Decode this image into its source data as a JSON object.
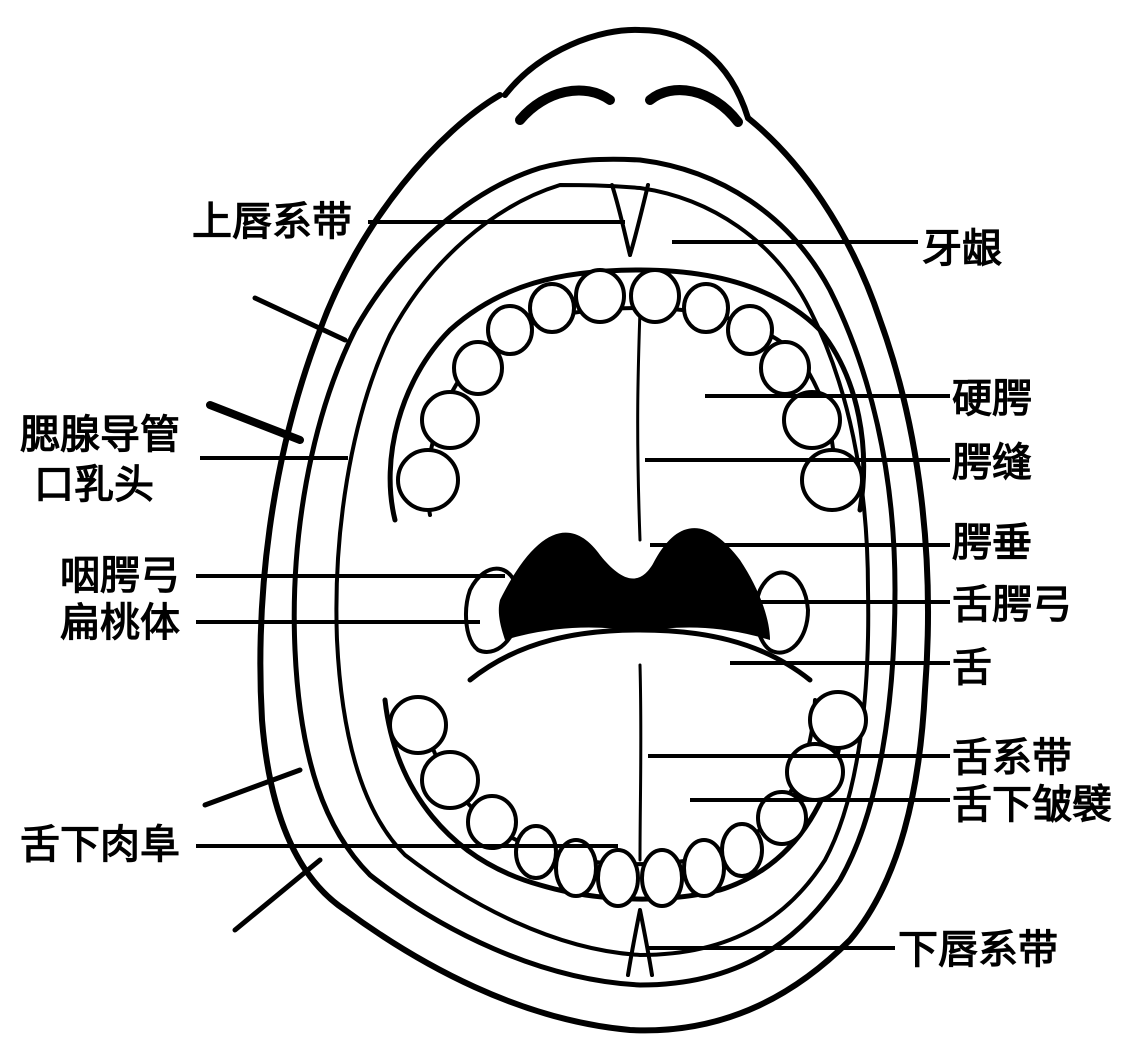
{
  "labels": {
    "upper_lip_frenulum": "上唇系带",
    "gingiva": "牙龈",
    "hard_palate": "硬腭",
    "palatine_raphe": "腭缝",
    "uvula": "腭垂",
    "palatoglossal_arch": "舌腭弓",
    "tongue": "舌",
    "lingual_frenulum": "舌系带",
    "sublingual_fold": "舌下皱襞",
    "lower_lip_frenulum": "下唇系带",
    "parotid_duct_papilla_line1": "腮腺导管",
    "parotid_duct_papilla_line2": "口乳头",
    "palatopharyngeal_arch": "咽腭弓",
    "palatine_tonsil": "扁桃体",
    "sublingual_caruncle": "舌下肉阜"
  }
}
